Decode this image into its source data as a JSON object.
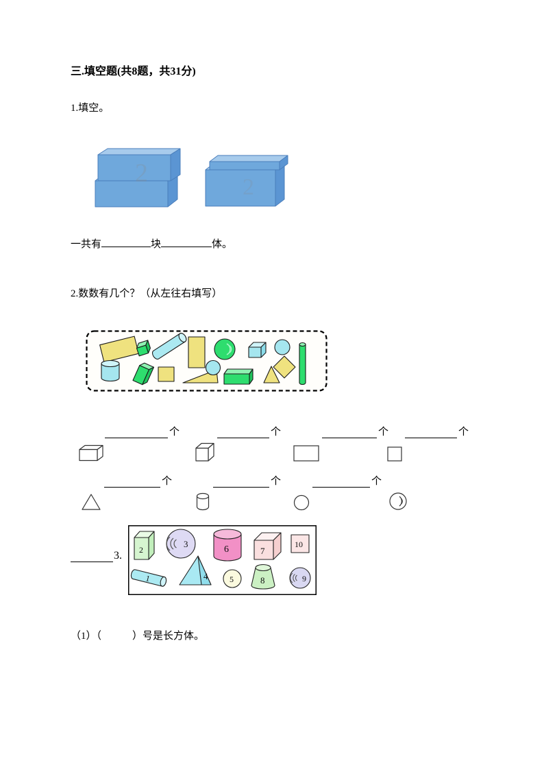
{
  "section": {
    "title": "三.填空题(共8题，共31分)"
  },
  "q1": {
    "label": "1.填空。",
    "answer_prefix": "一共有",
    "answer_mid": "块",
    "answer_suffix": "体。",
    "watermark": "2",
    "figure_shapes": [
      "two-stacked-blue-cuboids-left",
      "two-stacked-blue-cuboids-right"
    ],
    "figure_color": "#6FA8DC"
  },
  "q2": {
    "label": "2.数数有几个？（从左往右填写）",
    "unit": "个",
    "figure_shapes": [
      "tilted-yellow-rectangle",
      "small-green-cube",
      "tilted-cyan-cylinder",
      "yellow-vertical-rectangle",
      "green-sphere",
      "cyan-cube",
      "cyan-circle",
      "tall-green-cylinder",
      "cyan-upright-cylinder",
      "tilted-green-cuboid",
      "yellow-square",
      "yellow-right-triangle",
      "cyan-circle-small",
      "green-horizontal-cuboid",
      "small-yellow-triangle",
      "yellow-diamond"
    ],
    "figure_colors": {
      "yellow": "#EFE27F",
      "green": "#2EDD6E",
      "cyan": "#A5E6EF"
    },
    "blank_icons_row1": [
      "cuboid-3d",
      "cube-3d",
      "rectangle",
      "square"
    ],
    "blank_icons_row2": [
      "triangle",
      "cylinder",
      "circle",
      "sphere"
    ]
  },
  "q3": {
    "number_label": "3.",
    "items": [
      {
        "num": "2",
        "shape": "green-cuboid"
      },
      {
        "num": "3",
        "shape": "purple-sphere"
      },
      {
        "num": "6",
        "shape": "pink-cylinder"
      },
      {
        "num": "7",
        "shape": "pink-cube"
      },
      {
        "num": "10",
        "shape": "pink-square"
      },
      {
        "num": "1",
        "shape": "cyan-tube-cylinder"
      },
      {
        "num": "4",
        "shape": "cyan-pyramid"
      },
      {
        "num": "5",
        "shape": "yellow-circle"
      },
      {
        "num": "8",
        "shape": "green-frustum"
      },
      {
        "num": "9",
        "shape": "purple-sphere"
      }
    ],
    "sub1": "（1）（　　　）号是长方体。"
  }
}
